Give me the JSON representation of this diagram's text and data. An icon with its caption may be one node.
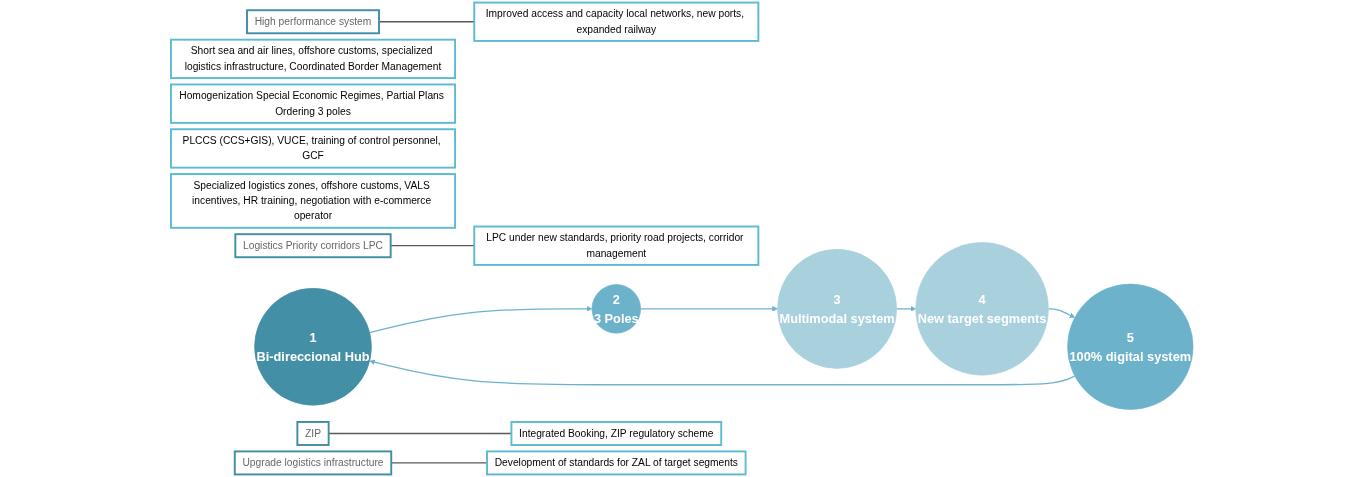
{
  "diagram": {
    "nodes": [
      {
        "text": [
          "1",
          "Bi-direccional Hub"
        ]
      },
      {
        "text": [
          "2",
          "3 Poles"
        ]
      },
      {
        "text": [
          "3",
          "Multimodal system"
        ]
      },
      {
        "text": [
          "4",
          "New target segments"
        ]
      },
      {
        "text": [
          "5",
          "100% digital system"
        ]
      },
      {
        "text": [
          "Short sea and air lines, offshore customs, specialized logistics infrastructure, Coordinated Border Management"
        ]
      },
      {
        "text": [
          "Homogenization Special Economic Regimes, Partial Plans Ordering 3 poles"
        ]
      },
      {
        "text": [
          "PLCCS (CCS+GIS), VUCE, training of control personnel, GCF"
        ]
      },
      {
        "text": [
          "Specialized logistics zones, offshore customs, VALS incentives, HR training, negotiation with e-commerce operator"
        ]
      },
      {
        "text": [
          "High performance system"
        ]
      },
      {
        "text": [
          "Improved access and capacity local networks, new ports, expanded railway"
        ]
      },
      {
        "text": [
          "Logistics Priority corridors LPC"
        ]
      },
      {
        "text": [
          "LPC under new standards, priority road projects, corridor management"
        ]
      },
      {
        "text": [
          "ZIP"
        ]
      },
      {
        "text": [
          "Integrated Booking, ZIP regulatory scheme"
        ]
      },
      {
        "text": [
          "Upgrade logistics infrastructure"
        ]
      },
      {
        "text": [
          "Development of standards for ZAL of target segments"
        ]
      }
    ],
    "edges": [
      {
        "from": 0,
        "to": 1,
        "arrow": "to"
      },
      {
        "from": 1,
        "to": 2,
        "arrow": "to"
      },
      {
        "from": 2,
        "to": 3,
        "arrow": "to"
      },
      {
        "from": 3,
        "to": 4,
        "arrow": "to"
      },
      {
        "from": 4,
        "to": 0,
        "arrow": "to"
      },
      {
        "from": 9,
        "to": 10,
        "arrow": "none",
        "color": "#595959"
      },
      {
        "from": 11,
        "to": 12,
        "arrow": "none",
        "color": "#595959"
      },
      {
        "from": 13,
        "to": 14,
        "arrow": "none",
        "color": "#595959"
      },
      {
        "from": 15,
        "to": 16,
        "arrow": "none",
        "color": "#595959"
      }
    ]
  }
}
